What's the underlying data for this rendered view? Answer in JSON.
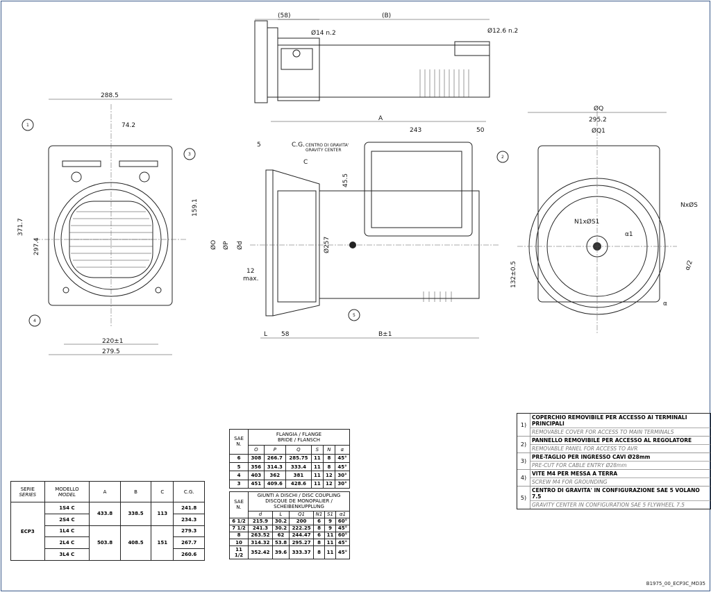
{
  "top_view": {
    "d58": "(58)",
    "dB": "(B)",
    "hole14": "Ø14 n.2",
    "hole126": "Ø12.6 n.2"
  },
  "left_view": {
    "w2885": "288.5",
    "d742": "74.2",
    "h3717": "371.7",
    "h2974": "297.4",
    "h1591": "159.1",
    "w220": "220±1",
    "w2795": "279.5",
    "callouts": [
      "1",
      "3",
      "4"
    ]
  },
  "side_view": {
    "A": "A",
    "d243": "243",
    "d50": "50",
    "d5": "5",
    "cg": "C.G.",
    "cg_it": "CENTRO DI GRAVITA'",
    "cg_en": "GRAVITY CENTER",
    "C": "C",
    "d455": "45.5",
    "O": "ØO",
    "P": "ØP",
    "d": "Ød",
    "max12": "12",
    "max_lbl": "max.",
    "d257": "Ø257",
    "L": "L",
    "d58": "58",
    "B": "B±1",
    "callouts": [
      "2",
      "5"
    ]
  },
  "right_view": {
    "Q": "ØQ",
    "d2952": "295.2",
    "Q1": "ØQ1",
    "NS": "NxØS",
    "N1S1": "N1xØS1",
    "a1": "α1",
    "a2": "α/2",
    "a": "α",
    "h132": "132±0.5"
  },
  "series_table": {
    "headers": {
      "serie": "SERIE",
      "series": "SERIES",
      "modello": "MODELLO",
      "model": "MODEL",
      "A": "A",
      "B": "B",
      "C": "C",
      "CG": "C.G."
    },
    "series": "ECP3",
    "groups": [
      {
        "A": "433.8",
        "B": "338.5",
        "C": "113",
        "rows": [
          {
            "model": "1S4 C",
            "cg": "241.8"
          },
          {
            "model": "2S4 C",
            "cg": "234.3"
          }
        ]
      },
      {
        "A": "503.8",
        "B": "408.5",
        "C": "151",
        "rows": [
          {
            "model": "1L4 C",
            "cg": "279.3"
          },
          {
            "model": "2L4 C",
            "cg": "267.7"
          },
          {
            "model": "3L4 C",
            "cg": "260.6"
          }
        ]
      }
    ]
  },
  "flange_table": {
    "sae": "SAE",
    "n": "N.",
    "title1": "FLANGIA / FLANGE",
    "title2": "BRIDE / FLANSCH",
    "cols": [
      "O",
      "P",
      "Q",
      "S",
      "N",
      "α"
    ],
    "rows": [
      [
        "6",
        "308",
        "266.7",
        "285.75",
        "11",
        "8",
        "45°"
      ],
      [
        "5",
        "356",
        "314.3",
        "333.4",
        "11",
        "8",
        "45°"
      ],
      [
        "4",
        "403",
        "362",
        "381",
        "11",
        "12",
        "30°"
      ],
      [
        "3",
        "451",
        "409.6",
        "428.6",
        "11",
        "12",
        "30°"
      ]
    ]
  },
  "coupling_table": {
    "sae": "SAE",
    "n": "N.",
    "title1": "GIUNTI A DISCHI / DISC COUPLING",
    "title2": "DISCQUE DE MONOPALIER / SCHEIBENKUPPLUNG",
    "cols": [
      "d",
      "L",
      "Q1",
      "N1",
      "S1",
      "α1"
    ],
    "rows": [
      [
        "6 1/2",
        "215.9",
        "30.2",
        "200",
        "6",
        "9",
        "60°"
      ],
      [
        "7 1/2",
        "241.3",
        "30.2",
        "222.25",
        "8",
        "9",
        "45°"
      ],
      [
        "8",
        "263.52",
        "62",
        "244.47",
        "6",
        "11",
        "60°"
      ],
      [
        "10",
        "314.32",
        "53.8",
        "295.27",
        "8",
        "11",
        "45°"
      ],
      [
        "11 1/2",
        "352.42",
        "39.6",
        "333.37",
        "8",
        "11",
        "45°"
      ]
    ]
  },
  "notes": [
    {
      "n": "1)",
      "it": "COPERCHIO REMOVIBILE PER ACCESSO AI TERMINALI PRINCIPALI",
      "en": "REMOVABLE COVER FOR ACCESS TO MAIN TERMINALS"
    },
    {
      "n": "2)",
      "it": "PANNELLO REMOVIBILE PER ACCESSO AL REGOLATORE",
      "en": "REMOVABLE PANEL FOR ACCESS TO AVR"
    },
    {
      "n": "3)",
      "it": "PRE-TAGLIO PER INGRESSO CAVI Ø28mm",
      "en": "PRE-CUT FOR CABLE ENTRY Ø28mm"
    },
    {
      "n": "4)",
      "it": "VITE M4 PER MESSA A TERRA",
      "en": "SCREW M4 FOR GROUNDING"
    },
    {
      "n": "5)",
      "it": "CENTRO DI GRAVITA' IN CONFIGURAZIONE SAE 5 VOLANO 7.5",
      "en": "GRAVITY CENTER IN CONFIGURATION SAE 5 FLYWHEEL 7.5"
    }
  ],
  "footer": "B1975_00_ECP3C_MD35"
}
